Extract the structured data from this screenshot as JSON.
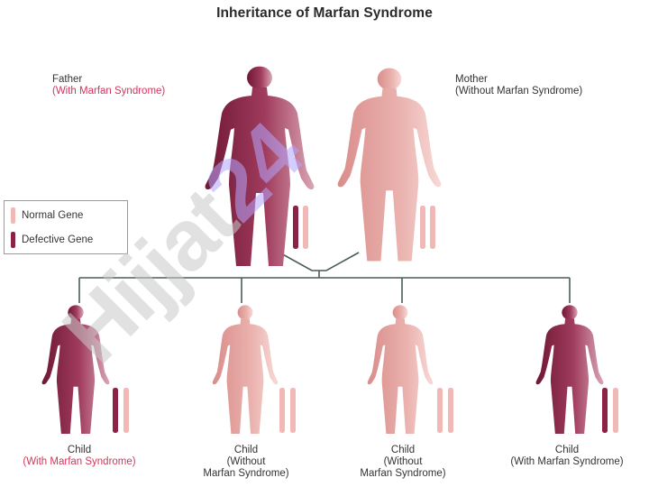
{
  "title": "Inheritance of Marfan Syndrome",
  "father": {
    "label": "Father",
    "status": "(With Marfan Syndrome)"
  },
  "mother": {
    "label": "Mother",
    "status": "(Without Marfan Syndrome)"
  },
  "legend": {
    "normal": "Normal Gene",
    "defective": "Defective Gene"
  },
  "children": [
    {
      "label": "Child",
      "status_lines": [
        "(With Marfan Syndrome)"
      ],
      "affected": true
    },
    {
      "label": "Child",
      "status_lines": [
        "(Without",
        "Marfan Syndrome)"
      ],
      "affected": false
    },
    {
      "label": "Child",
      "status_lines": [
        "(Without",
        "Marfan Syndrome)"
      ],
      "affected": false
    },
    {
      "label": "Child",
      "status_lines": [
        "(With Marfan Syndrome)"
      ],
      "affected": true
    }
  ],
  "colors": {
    "affected": "#8c2347",
    "unaffected": "#e7a8a4",
    "defective_gene": "#8c2347",
    "normal_gene": "#f0b9b5",
    "connector": "#4b5b5b",
    "highlight_text": "#d6345c",
    "watermark_tail": "#b6a6ff"
  },
  "watermark": {
    "main": "Hijjat",
    "tail": "24"
  }
}
